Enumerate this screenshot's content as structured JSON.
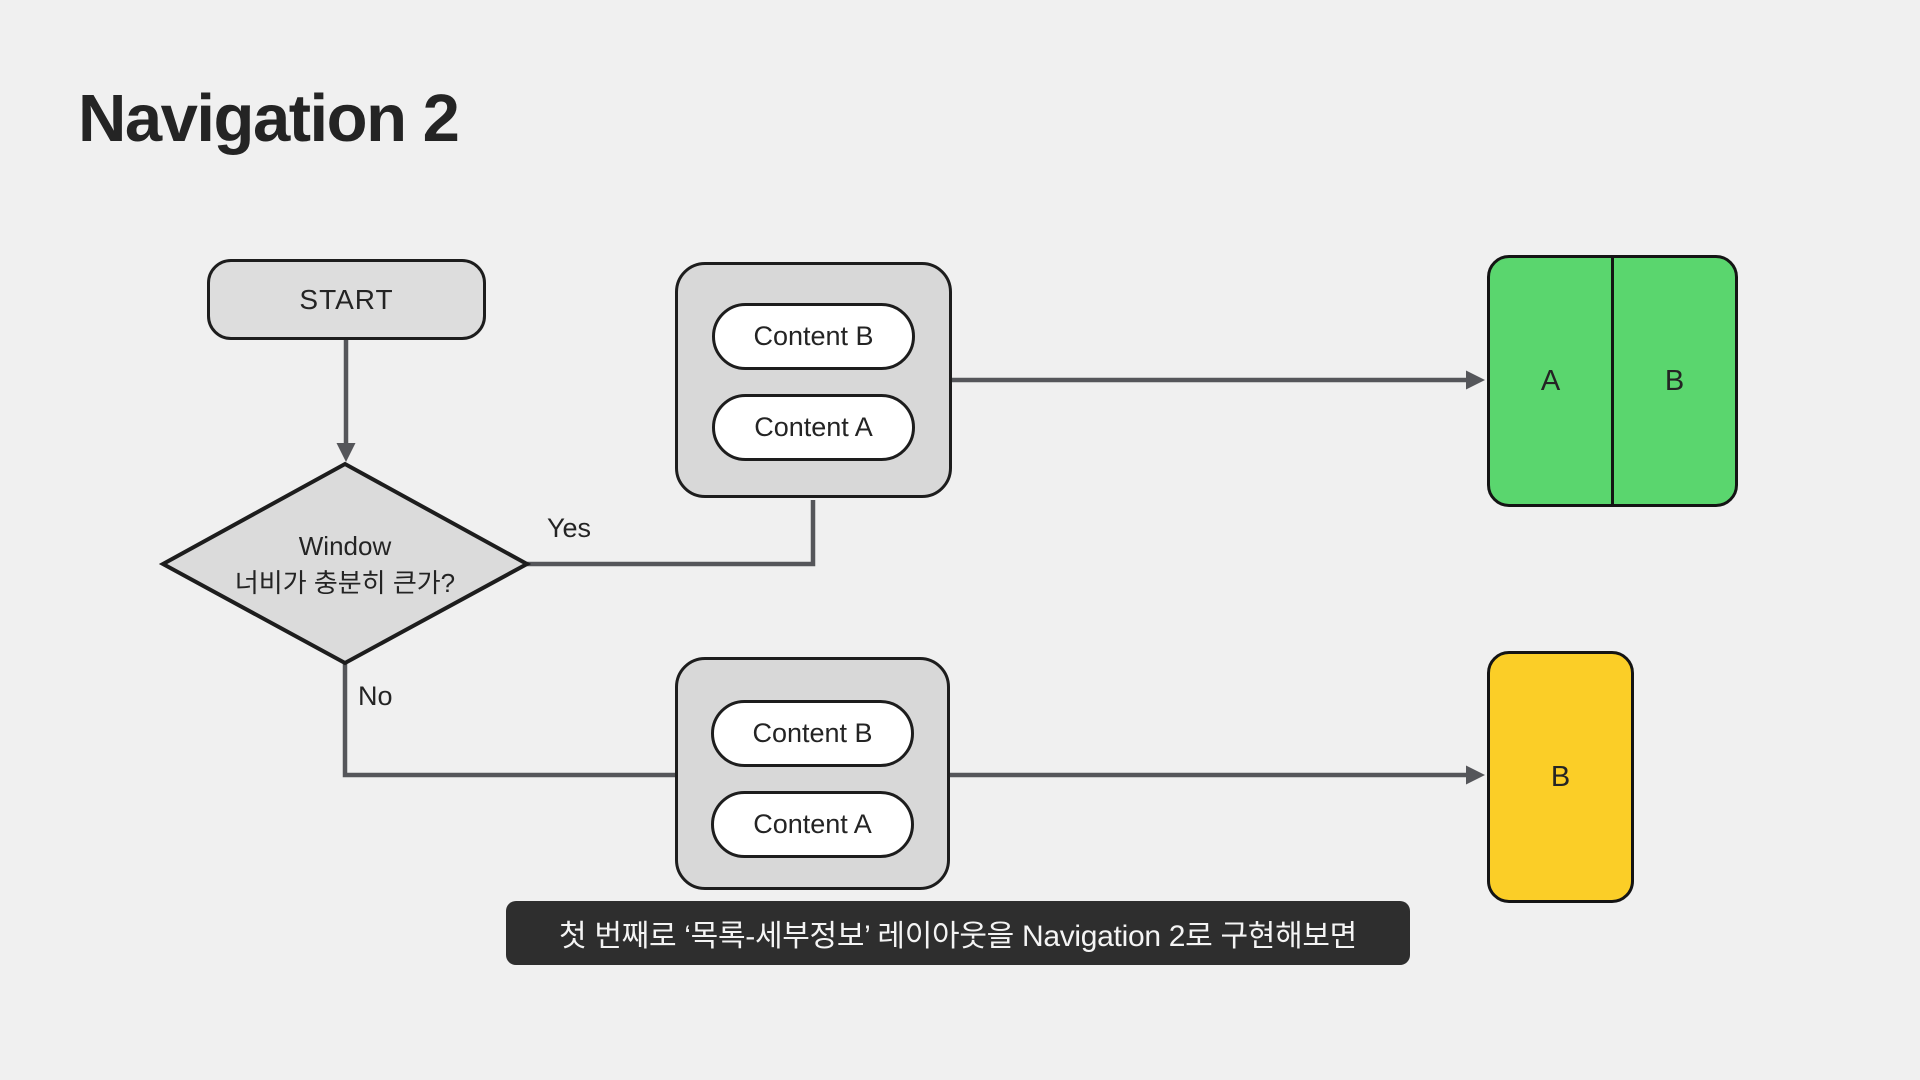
{
  "title": "Navigation 2",
  "colors": {
    "bg": "#F0F0F0",
    "ink": "#242424",
    "node-border": "#1D1D1D",
    "node-fill": "#DDDDDD",
    "container-fill": "#D8D8D8",
    "pill-fill": "#FFFFFF",
    "line": "#55565A",
    "green": "#5AD66E",
    "yellow": "#FBCE27",
    "caption-bg": "#2E2E2E",
    "caption-text": "#F4F4F4"
  },
  "flowchart": {
    "start": {
      "label": "START"
    },
    "decision": {
      "line1": "Window",
      "line2": "너비가 충분히 큰가?"
    },
    "branches": {
      "yes": "Yes",
      "no": "No"
    },
    "wide_container": {
      "items": [
        "Content B",
        "Content A"
      ]
    },
    "narrow_container": {
      "items": [
        "Content B",
        "Content A"
      ]
    },
    "wide_result": {
      "left_pane": "A",
      "right_pane": "B"
    },
    "narrow_result": {
      "label": "B"
    }
  },
  "caption": "첫 번째로 ‘목록-세부정보’ 레이아웃을 Navigation 2로 구현해보면"
}
